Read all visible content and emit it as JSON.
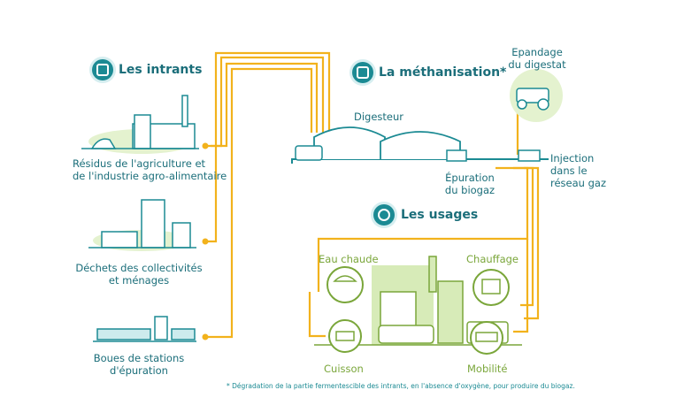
{
  "sections": {
    "intrants": "Les intrants",
    "methanisation": "La méthanisation*",
    "usages": "Les usages"
  },
  "intrants": [
    {
      "line1": "Résidus de l'agriculture et",
      "line2": "de l'industrie agro-alimentaire"
    },
    {
      "line1": "Déchets des collectivités",
      "line2": "et ménages"
    },
    {
      "line1": "Boues de stations",
      "line2": "d'épuration"
    }
  ],
  "methanisation": {
    "digesteur": "Digesteur",
    "epandage": {
      "line1": "Epandage",
      "line2": "du digestat"
    },
    "epuration": {
      "line1": "Épuration",
      "line2": "du biogaz"
    },
    "injection": {
      "line1": "Injection",
      "line2": "dans le",
      "line3": "réseau gaz"
    }
  },
  "usages": {
    "eau_chaude": "Eau chaude",
    "chauffage": "Chauffage",
    "cuisson": "Cuisson",
    "mobilite": "Mobilité"
  },
  "footnote": "* Dégradation de la partie fermentescible des intrants, en l'absence d'oxygène, pour produire du biogaz.",
  "colors": {
    "teal": "#1b8a93",
    "green": "#7aa63a",
    "yellow": "#f2b21c",
    "light_green": "#d7ebb8"
  }
}
